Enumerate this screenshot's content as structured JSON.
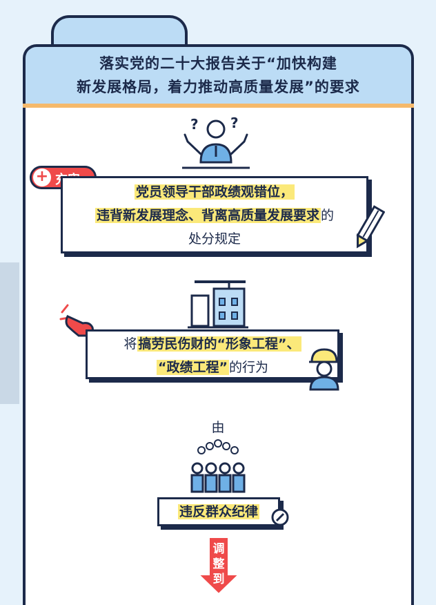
{
  "header": {
    "line1": "落实党的二十大报告关于“加快构建",
    "line2": "新发展格局，着力推动高质量发展”的要求"
  },
  "badge": {
    "label": "充实",
    "icon": "plus-icon"
  },
  "box1": {
    "line1": "党员领导干部政绩观错位，",
    "line2_highlight": "违背新发展理念、背离高质量发展要求",
    "line2_suffix": "的",
    "line3": "处分规定"
  },
  "box2": {
    "line1_prefix": "将",
    "line1_highlight": "搞劳民伤财的“形象工程”、",
    "line2_highlight": "“政绩工程”",
    "line2_suffix": "的行为"
  },
  "connector": {
    "label": "由"
  },
  "box3": {
    "label": "违反群众纪律"
  },
  "down_arrow": {
    "chars": [
      "调",
      "整",
      "到"
    ]
  },
  "colors": {
    "dark": "#1c2a4a",
    "header_bg": "#bcdcf5",
    "divider": "#f5b96b",
    "highlight": "#fbe97a",
    "red": "#ef4a4a",
    "blue_fill": "#6fb0e6"
  }
}
